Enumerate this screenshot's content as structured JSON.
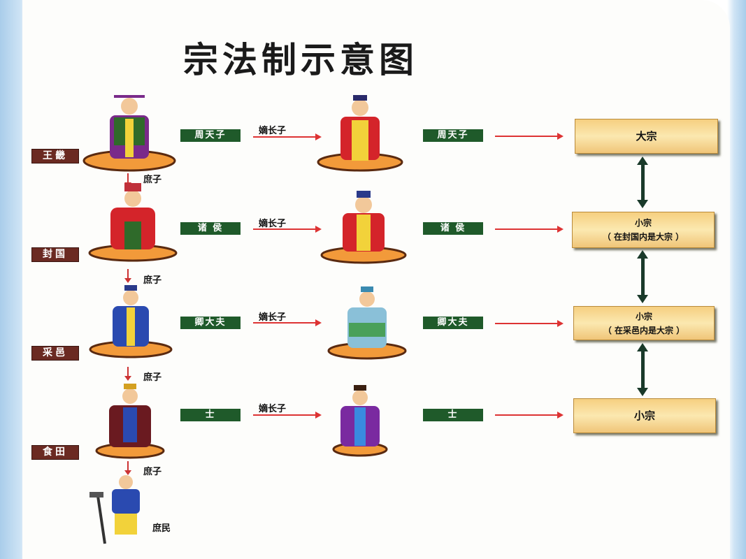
{
  "title": "宗法制示意图",
  "places": [
    "王畿",
    "封国",
    "采邑",
    "食田"
  ],
  "ranks": [
    "周天子",
    "诸 侯",
    "卿大夫",
    "士"
  ],
  "eldest_son": "嫡长子",
  "younger_son": "庶子",
  "commoner": "庶民",
  "lineages": [
    {
      "main": "大宗",
      "note": ""
    },
    {
      "main": "小宗",
      "note": "（ 在封国内是大宗 ）"
    },
    {
      "main": "小宗",
      "note": "（ 在采邑内是大宗 ）"
    },
    {
      "main": "小宗",
      "note": ""
    }
  ],
  "colors": {
    "rank_label": "#1f5a2a",
    "place_label": "#6b2a22",
    "arrow": "#d33",
    "box": "#f6cf80"
  }
}
